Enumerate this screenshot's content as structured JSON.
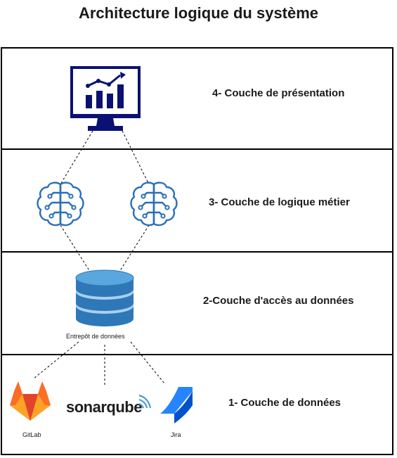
{
  "title": "Architecture logique du système",
  "layers": [
    {
      "label": "4- Couche de présentation"
    },
    {
      "label": "3- Couche de logique métier"
    },
    {
      "label": "2-Couche d'accès au données"
    },
    {
      "label": "1- Couche de données"
    }
  ],
  "nodes": {
    "warehouse": "Entrepôt de données",
    "gitlab": "GitLab",
    "sonarqube": "sonarqube",
    "jira": "Jira"
  },
  "icons": {
    "monitor": "chart-monitor-icon",
    "brain_left": "ai-brain-icon",
    "brain_right": "ai-brain-icon",
    "database": "database-icon",
    "gitlab": "gitlab-logo-icon",
    "sonarqube": "sonarqube-logo-icon",
    "jira": "jira-logo-icon"
  },
  "colors": {
    "navy": "#0a1172",
    "brain_blue": "#2a6fb8",
    "db_blue": "#3f8fd0",
    "gitlab_orange": "#e24329",
    "jira_blue": "#2684ff"
  }
}
